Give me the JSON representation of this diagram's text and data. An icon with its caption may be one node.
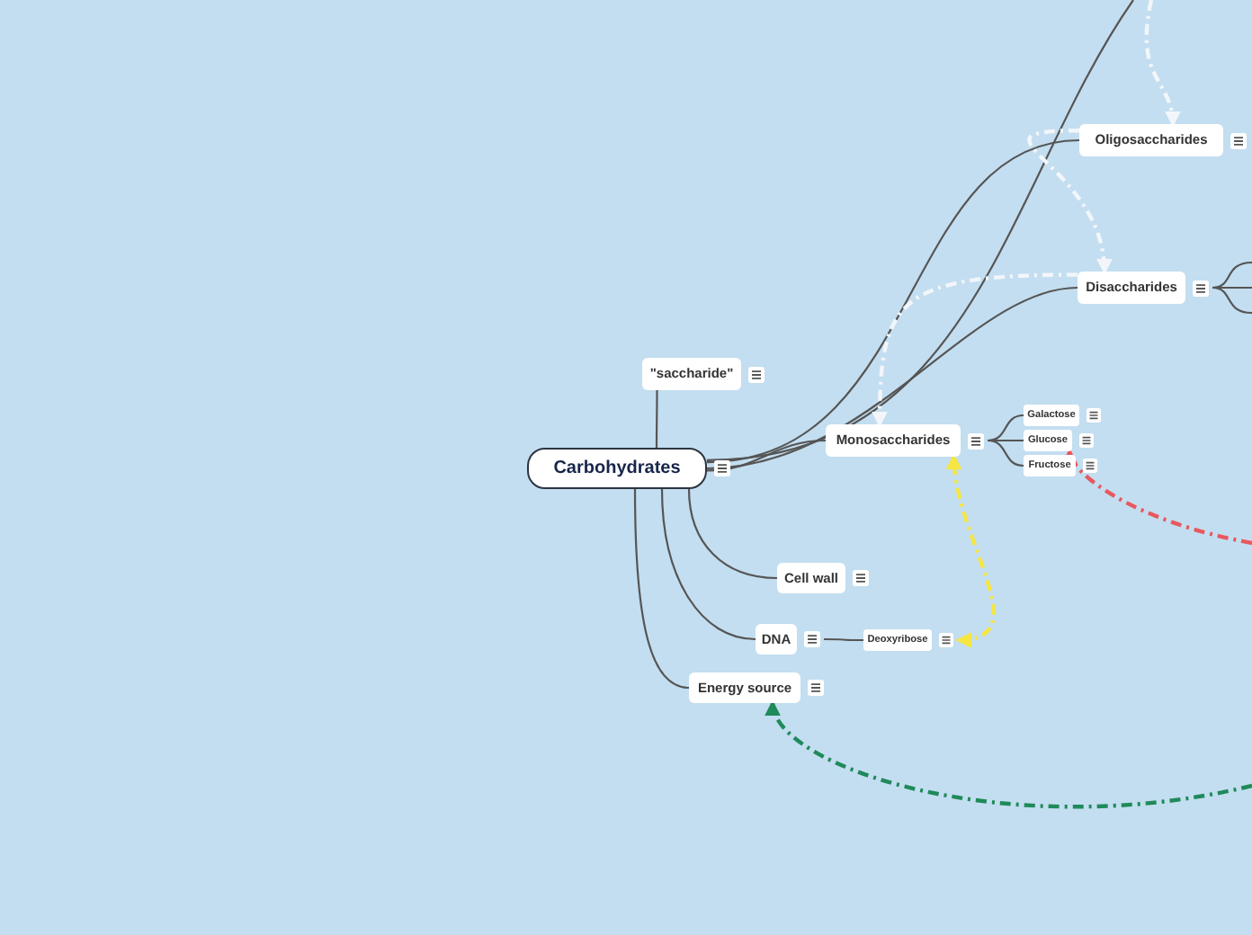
{
  "diagram": {
    "nodes": [
      {
        "text": [
          "Carbohydrates"
        ]
      },
      {
        "text": [
          "\"saccharide\""
        ]
      },
      {
        "text": [
          "Oligosaccharides"
        ]
      },
      {
        "text": [
          "Disaccharides"
        ]
      },
      {
        "text": [
          "Monosaccharides"
        ]
      },
      {
        "text": [
          "Galactose"
        ]
      },
      {
        "text": [
          "Glucose"
        ]
      },
      {
        "text": [
          "Fructose"
        ]
      },
      {
        "text": [
          "Cell wall"
        ]
      },
      {
        "text": [
          "DNA"
        ]
      },
      {
        "text": [
          "Deoxyribose"
        ]
      },
      {
        "text": [
          "Energy source"
        ]
      }
    ],
    "edges": [
      {
        "from": 0,
        "to": 1,
        "arrow": "none"
      },
      {
        "from": 0,
        "to": 2,
        "arrow": "none"
      },
      {
        "from": 0,
        "to": null,
        "arrow": "none"
      },
      {
        "from": 0,
        "to": 3,
        "arrow": "none"
      },
      {
        "from": 0,
        "to": 4,
        "arrow": "none"
      },
      {
        "from": 0,
        "to": 8,
        "arrow": "none"
      },
      {
        "from": 0,
        "to": 9,
        "arrow": "none"
      },
      {
        "from": 0,
        "to": 11,
        "arrow": "none"
      },
      {
        "from": 4,
        "to": 5,
        "arrow": "none"
      },
      {
        "from": 4,
        "to": 6,
        "arrow": "none"
      },
      {
        "from": 4,
        "to": 7,
        "arrow": "none"
      },
      {
        "from": 9,
        "to": 10,
        "arrow": "none"
      },
      {
        "from": 3,
        "to": null,
        "arrow": "none"
      },
      {
        "from": 3,
        "to": null,
        "arrow": "none"
      },
      {
        "from": 3,
        "to": null,
        "arrow": "none"
      },
      {
        "from": null,
        "to": 2,
        "arrow": "to",
        "style": "dashed",
        "color": "#f2f6fa"
      },
      {
        "from": 2,
        "to": 3,
        "arrow": "to",
        "style": "dashed",
        "color": "#f2f6fa"
      },
      {
        "from": 3,
        "to": 4,
        "arrow": "to",
        "style": "dashed",
        "color": "#f2f6fa"
      },
      {
        "from": 10,
        "to": 4,
        "arrow": "both",
        "style": "dashed",
        "color": "#f5e642"
      },
      {
        "from": null,
        "to": 6,
        "arrow": "to",
        "style": "dashed",
        "color": "#e8585e"
      },
      {
        "from": null,
        "to": 11,
        "arrow": "to",
        "style": "dashed",
        "color": "#1f8a5a"
      }
    ]
  }
}
